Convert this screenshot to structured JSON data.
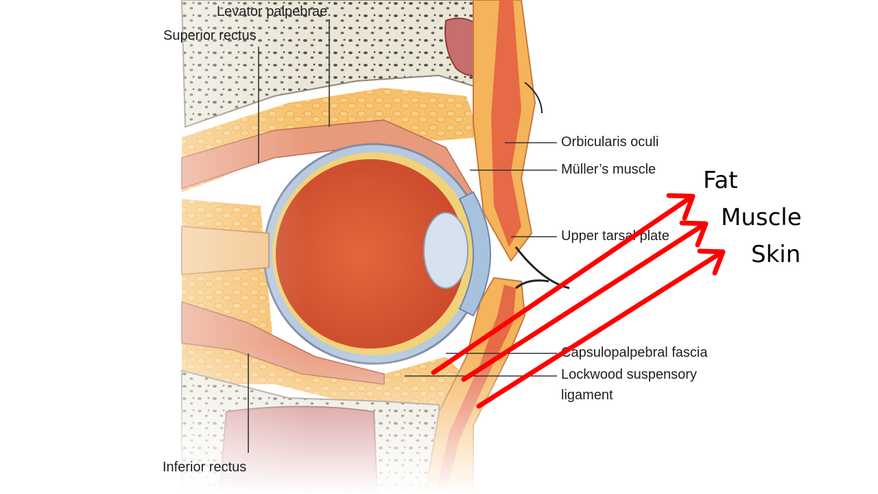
{
  "labels": {
    "levator_palpebrae": "Levator palpebrae",
    "superior_rectus": "Superior rectus",
    "orbicularis_oculi": "Orbicularis oculi",
    "muller_muscle": "Müller’s muscle",
    "upper_tarsal_plate": "Upper tarsal plate",
    "capsulopalpebral_fascia": "Capsulopalpebral fascia",
    "lockwood_line1": "Lockwood suspensory",
    "lockwood_line2": "ligament",
    "inferior_rectus": "Inferior rectus"
  },
  "annotations": {
    "fat": "Fat",
    "muscle": "Muscle",
    "skin": "Skin"
  },
  "colors": {
    "arrow": "#ff0000",
    "bone": "#e9e6d8",
    "muscle": "#e89a7c",
    "fat": "#f7c873",
    "globe": "#d85a33",
    "sclera_blue": "#a9c6e3"
  }
}
